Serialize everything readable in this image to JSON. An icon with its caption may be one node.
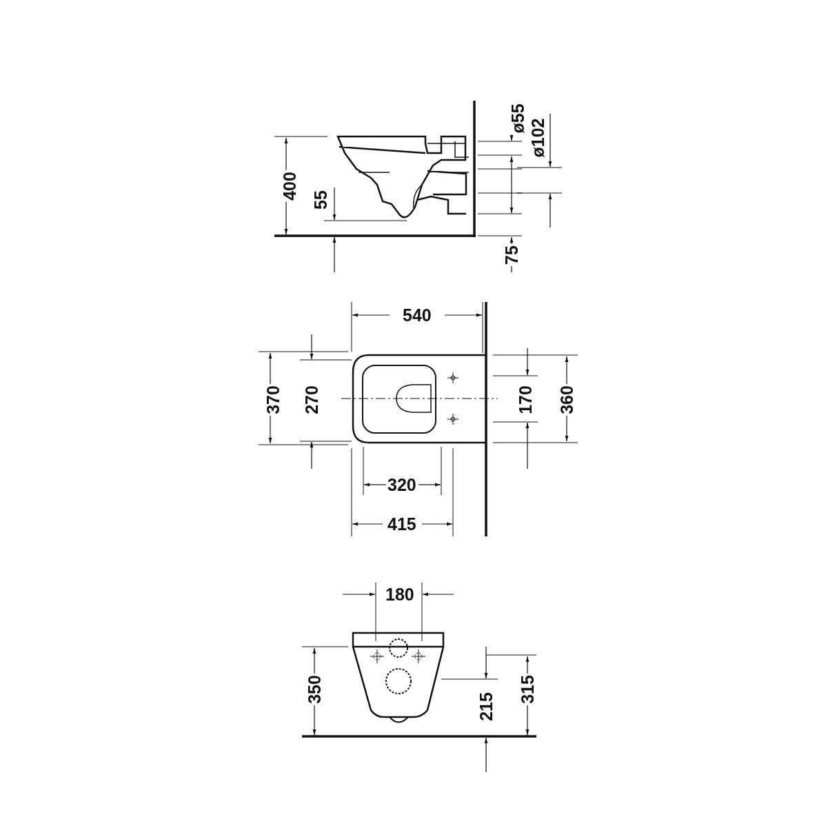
{
  "diagram": {
    "labels": [
      "ø55",
      "ø102",
      "400",
      "55",
      "75",
      "540",
      "370",
      "270",
      "170",
      "360",
      "320",
      "415",
      "180",
      "350",
      "215",
      "315"
    ]
  }
}
